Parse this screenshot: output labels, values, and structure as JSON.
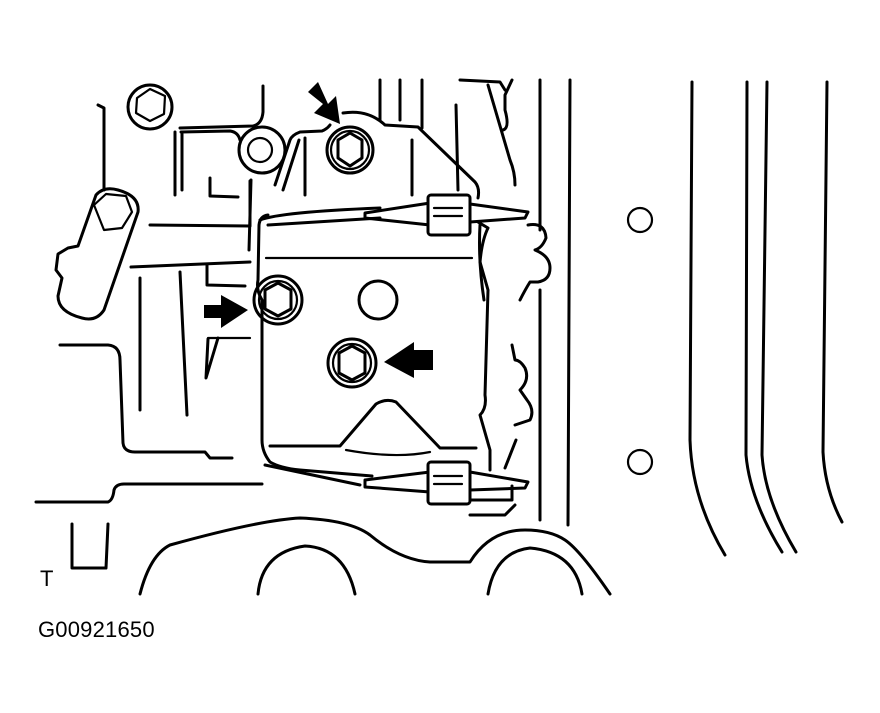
{
  "diagram": {
    "figure_id": "G00921650",
    "corner_mark": "T",
    "description": "Bracket mounting bolt locations — three arrows indicate bolts to remove",
    "arrows": [
      {
        "name": "top-bolt-arrow",
        "target": "top bolt"
      },
      {
        "name": "left-bolt-arrow",
        "target": "left bolt"
      },
      {
        "name": "center-bolt-arrow",
        "target": "center bolt"
      }
    ],
    "colors": {
      "line": "#000000",
      "background": "#ffffff"
    }
  }
}
